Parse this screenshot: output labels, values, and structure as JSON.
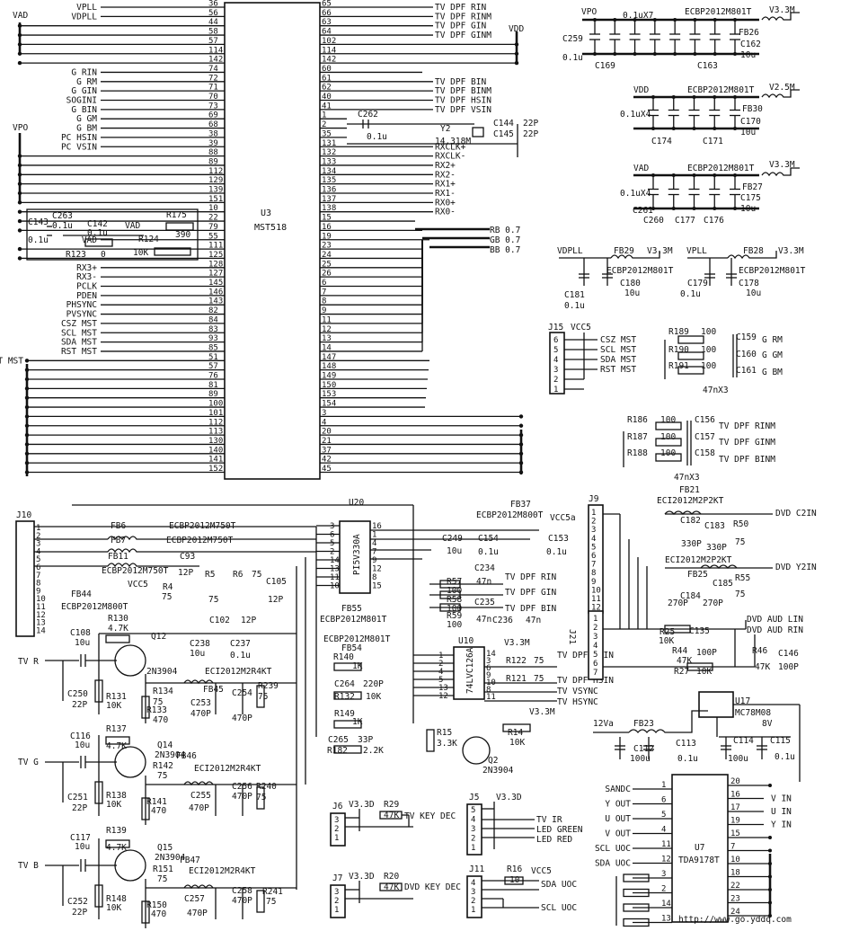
{
  "u3": {
    "ref": "U3",
    "part": "MST518",
    "left_nets": [
      "VPLL",
      "VDPLL",
      "",
      "",
      "",
      "",
      "",
      "G RIN",
      "G RM",
      "G GIN",
      "SOGINI",
      "G BIN",
      "G GM",
      "G BM",
      "PC HSIN",
      "PC VSIN",
      "",
      "",
      "",
      "",
      "",
      "",
      "",
      "",
      "",
      "VAD",
      "",
      "",
      "RX3+",
      "RX3-",
      "PCLK",
      "PDEN",
      "PHSYNC",
      "PVSYNC",
      "CSZ MST",
      "SCL MST",
      "SDA MST",
      "RST MST",
      "INT MST",
      "",
      "",
      "",
      "",
      "",
      "",
      "",
      "",
      "",
      "",
      "",
      "",
      "",
      ""
    ],
    "left_pins": [
      "36",
      "56",
      "44",
      "58",
      "57",
      "114",
      "142",
      "74",
      "72",
      "71",
      "70",
      "73",
      "69",
      "68",
      "38",
      "39",
      "88",
      "89",
      "112",
      "129",
      "139",
      "151",
      "10",
      "22",
      "79",
      "55",
      "111",
      "125",
      "128",
      "127",
      "145",
      "146",
      "143",
      "82",
      "84",
      "83",
      "93",
      "85",
      "51",
      "57",
      "76",
      "81",
      "89",
      "100",
      "101",
      "112",
      "113",
      "130",
      "140",
      "141",
      "152"
    ],
    "right_nets": [
      "TV DPF RIN",
      "TV DPF RINM",
      "TV DPF GIN",
      "TV DPF GINM",
      "",
      "",
      "",
      "",
      "TV DPF BIN",
      "TV DPF BINM",
      "TV DPF HSIN",
      "TV DPF VSIN",
      "",
      "",
      "",
      "RXCLK+",
      "RXCLK-",
      "RX2+",
      "RX2-",
      "RX1+",
      "RX1-",
      "RX0+",
      "RX0-",
      "",
      "",
      "",
      "",
      "",
      "",
      "",
      "",
      "",
      "",
      "",
      "",
      "",
      "",
      "",
      "",
      "",
      "",
      "",
      "",
      "",
      "",
      "",
      "",
      "",
      "",
      "",
      ""
    ],
    "right_pins": [
      "65",
      "66",
      "63",
      "64",
      "102",
      "114",
      "142",
      "60",
      "61",
      "62",
      "40",
      "41",
      "1",
      "2",
      "35",
      "131",
      "132",
      "133",
      "134",
      "135",
      "136",
      "137",
      "138",
      "15",
      "16",
      "19",
      "23",
      "24",
      "25",
      "26",
      "6",
      "7",
      "8",
      "9",
      "11",
      "12",
      "13",
      "14",
      "147",
      "148",
      "149",
      "150",
      "153",
      "154",
      "3",
      "4",
      "20",
      "21",
      "37",
      "42",
      "45"
    ]
  },
  "labels": {
    "vad": "VAD",
    "vpo": "VPO",
    "vdd": "VDD",
    "vcc5": "VCC5",
    "vcc5a": "VCC5a",
    "v33m": "V3.3M",
    "v25m": "V2.5M",
    "v33d": "V3.3D",
    "v12a": "12Va",
    "v8": "8V",
    "vdpll": "VDPLL",
    "vpll": "VPLL",
    "rb": "RB 0.7",
    "gb": "GB 0.7",
    "bb": "BB 0.7",
    "y2": "Y2",
    "xtal": "14.318M",
    "c262": "C262",
    "c262v": "0.1u",
    "c144": "C144",
    "c144v": "22P",
    "c145": "C145",
    "c145v": "22P",
    "c143": "C143",
    "c143v": "0.1u",
    "c263": "C263",
    "c263v": "0.1u",
    "c142": "C142",
    "c142v": "0.1u",
    "r175": "R175",
    "r175v": "390",
    "r123": "R123",
    "r123v": "0",
    "r124": "R124",
    "r124v": "10K"
  },
  "power": {
    "p1": {
      "net": "VPO",
      "caps": "0.1uX7",
      "fb": "ECBP2012M801T",
      "fbref": "FB26",
      "out": "V3.3M",
      "c1": "C259",
      "c1v": "0.1u",
      "c2": "C169",
      "c3": "C163",
      "c4": "C162",
      "c4v": "10u"
    },
    "p2": {
      "net": "VDD",
      "caps": "0.1uX4",
      "fb": "ECBP2012M801T",
      "fbref": "FB30",
      "out": "V2.5M",
      "c1": "C174",
      "c2": "C171",
      "c4": "C170",
      "c4v": "10u"
    },
    "p3": {
      "net": "VAD",
      "caps": "0.1uX4",
      "fb": "ECBP2012M801T",
      "fbref": "FB27",
      "out": "V3.3M",
      "c1": "C261",
      "c2": "C260",
      "c3": "C177",
      "c5": "C176",
      "c4": "C175",
      "c4v": "10u"
    },
    "p4": {
      "net": "VDPLL",
      "fb": "FB29",
      "fbv": "ECBP2012M801T",
      "out": "V3.3M",
      "c1": "C181",
      "c1v": "0.1u",
      "c2": "C180",
      "c2v": "10u"
    },
    "p5": {
      "net": "VPLL",
      "fb": "FB28",
      "fbv": "ECBP2012M801T",
      "out": "V3.3M",
      "c1": "C179",
      "c1v": "0.1u",
      "c2": "C178",
      "c2v": "10u"
    }
  },
  "j15": {
    "ref": "J15",
    "vcc": "VCC5",
    "pins": [
      "6",
      "5",
      "4",
      "3",
      "2",
      "1"
    ],
    "nets": [
      "CSZ MST",
      "SCL MST",
      "SDA MST",
      "RST MST"
    ]
  },
  "rgm": {
    "r1": "R189",
    "r2": "R190",
    "r3": "R191",
    "v": "100",
    "c1": "C159",
    "c2": "C160",
    "c3": "C161",
    "n1": "G RM",
    "n2": "G GM",
    "n3": "G BM",
    "cv": "47nX3"
  },
  "tvm": {
    "r1": "R186",
    "r2": "R187",
    "r3": "R188",
    "v": "100",
    "c1": "C156",
    "c2": "C157",
    "c3": "C158",
    "n1": "TV DPF RINM",
    "n2": "TV DPF GINM",
    "n3": "TV DPF BINM",
    "cv": "47nX3"
  },
  "u20": {
    "ref": "U20",
    "part": "PI5V330A",
    "pins_l": [
      "3",
      "6",
      "5",
      "2",
      "14",
      "13",
      "11",
      "10"
    ],
    "pins_r": [
      "16",
      "1",
      "4",
      "7",
      "9",
      "12",
      "8",
      "15"
    ]
  },
  "j10": {
    "ref": "J10",
    "pins": [
      "1",
      "2",
      "3",
      "4",
      "5",
      "6",
      "7",
      "8",
      "9",
      "10",
      "11",
      "12",
      "13",
      "14"
    ]
  },
  "fbs": {
    "fb6": "FB6",
    "fb6v": "ECBP2012M750T",
    "fb7": "FB7",
    "fb7v": "ECBP2012M750T",
    "fb11": "FB11",
    "fb11v": "ECBP2012M750T",
    "fb44": "FB44",
    "fb44v": "ECBP2012M800T",
    "fb37": "FB37",
    "fb37v": "ECBP2012M800T",
    "fb55": "FB55",
    "fb55v": "ECBP2012M801T",
    "fb54": "FB54",
    "fb54v": "ECBP2012M801T",
    "fb21": "FB21",
    "fb21v": "ECI2012M2P2KT",
    "fb25": "FB25",
    "fb25v": "ECI2012M2P2KT",
    "fb45": "FB45",
    "fb45v": "ECI2012M2R4KT",
    "fb46": "FB46",
    "fb46v": "ECI2012M2R4KT",
    "fb47": "FB47",
    "fb47v": "ECI2012M2R4KT",
    "fb23": "FB23"
  },
  "mid": {
    "c93": "C93",
    "c93v": "12P",
    "r5": "R5",
    "r5v": "75",
    "r6": "R6",
    "r6v": "75",
    "r4": "R4",
    "r4v": "75",
    "c102": "C102",
    "c102v": "12P",
    "c105": "C105",
    "c105v": "12P",
    "c249": "C249",
    "c249v": "10u",
    "c154": "C154",
    "c154v": "0.1u",
    "c153": "C153",
    "c153v": "0.1u",
    "c234": "C234",
    "c234v": "47n",
    "c235": "C235",
    "c235v": "47n",
    "c236": "C236",
    "c236v": "47n",
    "r57": "R57",
    "r58": "R58",
    "r59": "R59",
    "rv": "100",
    "n_rin": "TV DPF RIN",
    "n_gin": "TV DPF GIN",
    "n_bin": "TV DPF BIN"
  },
  "video": {
    "tvr": "TV R",
    "tvg": "TV G",
    "tvb": "TV B",
    "c108": "C108",
    "c108v": "10u",
    "c116": "C116",
    "c116v": "10u",
    "c117": "C117",
    "c117v": "10u",
    "r130": "R130",
    "r130v": "4.7K",
    "r137": "R137",
    "r137v": "4.7K",
    "r139": "R139",
    "r139v": "4.7K",
    "q12": "Q12",
    "q14": "Q14",
    "q15": "Q15",
    "qp": "2N3904",
    "c238": "C238",
    "c238v": "10u",
    "c237": "C237",
    "c237v": "0.1u",
    "c250": "C250",
    "c251": "C251",
    "c252": "C252",
    "cv22": "22P",
    "r131": "R131",
    "r138": "R138",
    "r148": "R148",
    "rv10k": "10K",
    "r134": "R134",
    "r134v": "75",
    "r133": "R133",
    "r133v": "470",
    "r142": "R142",
    "r142v": "75",
    "r141": "R141",
    "r141v": "470",
    "r151": "R151",
    "r151v": "75",
    "r150": "R150",
    "r150v": "470",
    "c253": "C253",
    "c255": "C255",
    "c257": "C257",
    "c470": "470P",
    "c254": "C254",
    "c256": "C256",
    "c258": "C258",
    "r239": "R239",
    "r240": "R240",
    "r241": "R241",
    "r75": "75"
  },
  "u10": {
    "ref": "U10",
    "part": "74LVC126A",
    "pins_l": [
      "1",
      "2",
      "4",
      "5",
      "13",
      "12"
    ],
    "pins_r": [
      "14",
      "3",
      "6",
      "9",
      "10",
      "8",
      "11"
    ],
    "vsin": "TV DPF VSIN",
    "hsin": "TV DPF HSIN",
    "vsync": "TV VSYNC",
    "hsync": "TV HSYNC",
    "r122": "R122",
    "r121": "R121",
    "r75": "75",
    "r140": "R140",
    "r140v": "1K",
    "c264": "C264",
    "c264v": "220P",
    "r132": "R132",
    "r132v": "10K",
    "r149": "R149",
    "r149v": "1K",
    "c265": "C265",
    "c265v": "33P",
    "r182": "R182",
    "r182v": "2.2K",
    "r15": "R15",
    "r15v": "3.3K",
    "r14": "R14",
    "r14v": "10K",
    "q2": "Q2",
    "q2v": "2N3904"
  },
  "j9": {
    "ref": "J9",
    "pins": [
      "1",
      "2",
      "3",
      "4",
      "5",
      "6",
      "7",
      "8",
      "9",
      "10",
      "11",
      "12"
    ],
    "c182": "C182",
    "c182v": "330P",
    "c183": "C183",
    "c183v": "330P",
    "r50": "R50",
    "r50v": "75",
    "n1": "DVD C2IN",
    "c184": "C184",
    "c184v": "270P",
    "c185": "C185",
    "c185v": "270P",
    "r55": "R55",
    "r55v": "75",
    "n2": "DVD Y2IN"
  },
  "j21": {
    "ref": "J21",
    "pins": [
      "1",
      "2",
      "3",
      "4",
      "5",
      "6",
      "7"
    ],
    "r25": "R25",
    "r25v": "10K",
    "r44": "R44",
    "r44v": "47K",
    "c135": "C135",
    "c135v": "100P",
    "r46": "R46",
    "r46v": "47K",
    "c146": "C146",
    "c146v": "100P",
    "r27": "R27",
    "r27v": "10K",
    "n1": "DVD AUD LIN",
    "n2": "DVD AUD RIN"
  },
  "u17": {
    "ref": "U17",
    "part": "MC78M08",
    "fb": "FB23",
    "c112": "C112",
    "c112v": "100u",
    "c113": "C113",
    "c113v": "0.1u",
    "c114": "C114",
    "c114v": "100u",
    "c115": "C115",
    "c115v": "0.1u"
  },
  "u7": {
    "ref": "U7",
    "part": "TDA9178T",
    "l_pins": [
      "1",
      "6",
      "5",
      "4",
      "11",
      "12",
      "3",
      "2",
      "14",
      "13"
    ],
    "l_nets": [
      "SANDC",
      "Y OUT",
      "U OUT",
      "V OUT",
      "SCL UOC",
      "SDA UOC",
      "",
      "",
      "",
      ""
    ],
    "r_pins": [
      "20",
      "16",
      "17",
      "19",
      "15",
      "7",
      "10",
      "18",
      "22",
      "23",
      "24"
    ],
    "r_nets": [
      "",
      "V IN",
      "U IN",
      "Y IN",
      "",
      "",
      "",
      "",
      "",
      "",
      ""
    ]
  },
  "j6": {
    "ref": "J6",
    "pins": [
      "3",
      "2",
      "1"
    ],
    "v": "V3.3D",
    "r": "R29",
    "rv": "47K",
    "net": "TV KEY DEC"
  },
  "j5": {
    "ref": "J5",
    "pins": [
      "5",
      "4",
      "3",
      "2",
      "1"
    ],
    "v": "V3.3D",
    "n1": "TV IR",
    "n2": "LED GREEN",
    "n3": "LED RED"
  },
  "j7": {
    "ref": "J7",
    "pins": [
      "3",
      "2",
      "1"
    ],
    "v": "V3.3D",
    "r": "R20",
    "rv": "47K",
    "net": "DVD KEY DEC"
  },
  "j11": {
    "ref": "J11",
    "pins": [
      "4",
      "3",
      "2",
      "1"
    ],
    "r": "R16",
    "rv": "10",
    "vcc": "VCC5",
    "n1": "SDA UOC",
    "n2": "SCL UOC"
  },
  "watermark": "http://www.go.yddq.com"
}
